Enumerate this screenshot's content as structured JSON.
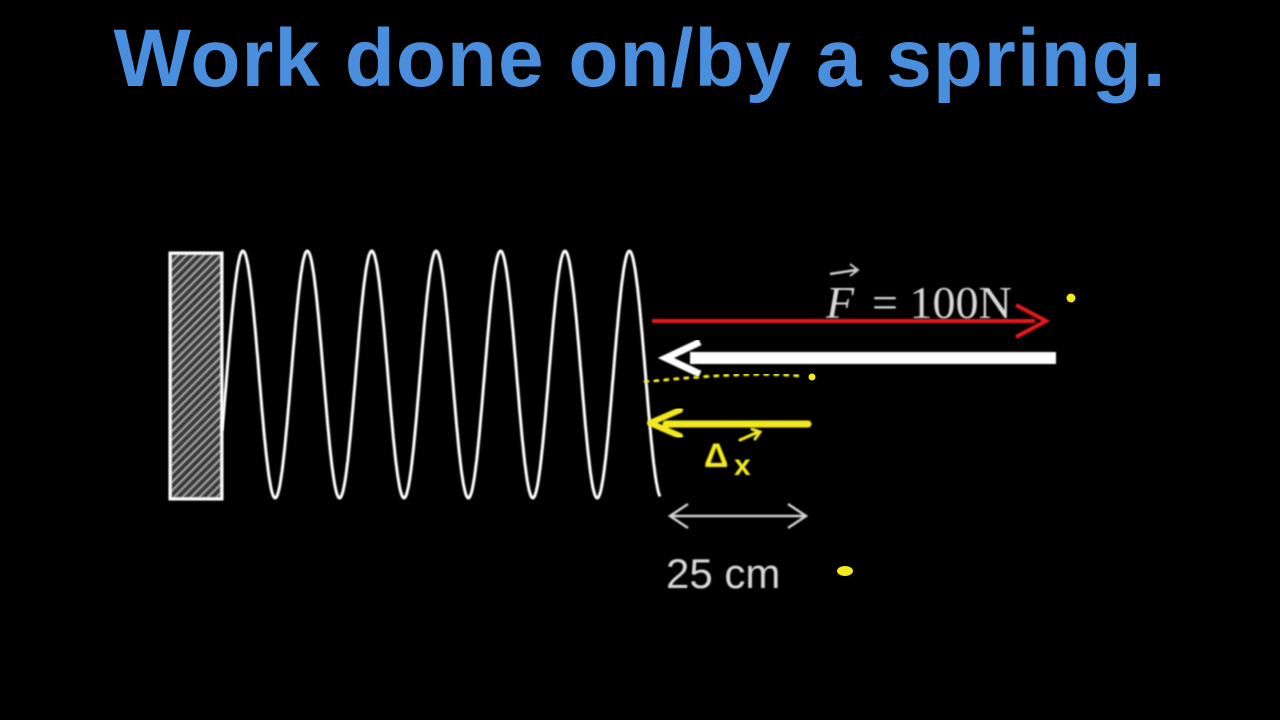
{
  "title": "Work done on/by a spring.",
  "force_label": {
    "symbol": "F",
    "rest": "= 100N"
  },
  "displacement_label": {
    "delta": "Δ",
    "variable": "x"
  },
  "distance_label": "25 cm",
  "colors": {
    "title": "#4a8fde",
    "spring": "#ffffff",
    "force_arrow": "#e8141b",
    "spring_force_arrow": "#ffffff",
    "displacement_arrow": "#f2ea1c",
    "annotation": "#f2ea1c",
    "label": "#d9d9d9"
  }
}
